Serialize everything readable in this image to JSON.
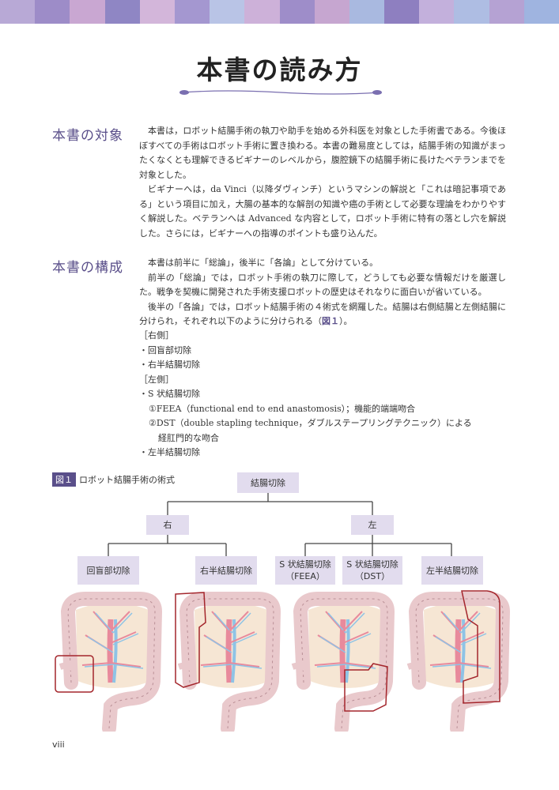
{
  "page": {
    "title": "本書の読み方",
    "page_number": "viii"
  },
  "colors": {
    "accent": "#5a4f8a",
    "box_fill": "#e2dcee",
    "highlight": "#a4262c"
  },
  "section1": {
    "heading": "本書の対象",
    "para1": "本書は，ロボット結腸手術の執刀や助手を始める外科医を対象とした手術書である。今後ほぼすべての手術はロボット手術に置き換わる。本書の難易度としては，結腸手術の知識がまったくなくとも理解できるビギナーのレベルから，腹腔鏡下の結腸手術に長けたベテランまでを対象とした。",
    "para2": "ビギナーへは，da Vinci（以降ダヴィンチ）というマシンの解説と「これは暗記事項である」という項目に加え，大腸の基本的な解剖の知識や癌の手術として必要な理論をわかりやすく解説した。ベテランへは Advanced な内容として，ロボット手術に特有の落とし穴を解説した。さらには，ビギナーへの指導のポイントも盛り込んだ。"
  },
  "section2": {
    "heading": "本書の構成",
    "para1": "本書は前半に「総論」，後半に「各論」として分けている。",
    "para2": "前半の「総論」では，ロボット手術の執刀に際して，どうしても必要な情報だけを厳選した。戦争を契機に開発された手術支援ロボットの歴史はそれなりに面白いが省いている。",
    "para3a": "後半の「各論」では，ロボット結腸手術の４術式を網羅した。結腸は右側結腸と左側結腸に分けられ，それぞれ以下のように分けられる（",
    "para3ref": "図１",
    "para3b": "）。",
    "list": [
      {
        "text": "［右側］",
        "indent": 0
      },
      {
        "text": "・回盲部切除",
        "indent": 0
      },
      {
        "text": "・右半結腸切除",
        "indent": 0
      },
      {
        "text": "［左側］",
        "indent": 0
      },
      {
        "text": "・S 状結腸切除",
        "indent": 0
      },
      {
        "text": "①FEEA（functional end to end anastomosis）；機能的端端吻合",
        "indent": 1
      },
      {
        "text": "②DST（double stapling technique，ダブルステープリングテクニック）による",
        "indent": 1
      },
      {
        "text": "経肛門的な吻合",
        "indent": 2
      },
      {
        "text": "・左半結腸切除",
        "indent": 0
      }
    ]
  },
  "figure": {
    "tag": "図１",
    "caption": "ロボット結腸手術の術式",
    "root": "結腸切除",
    "right": "右",
    "left": "左",
    "leaf1": "回盲部切除",
    "leaf2": "右半結腸切除",
    "leaf3": "S 状結腸切除\n（FEEA）",
    "leaf4": "S 状結腸切除\n（DST）",
    "leaf5": "左半結腸切除"
  }
}
